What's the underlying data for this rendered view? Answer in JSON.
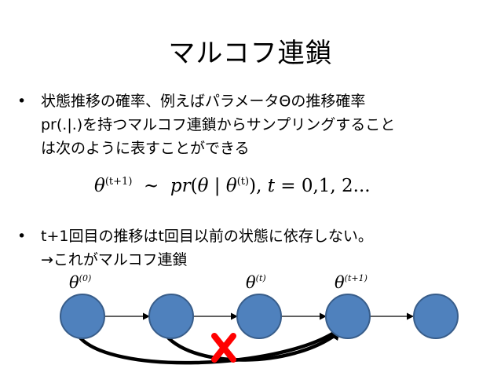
{
  "title": "マルコフ連鎖",
  "bullets": {
    "bullet_char": "•",
    "b1_line1": "状態推移の確率、例えばパラメータΘの推移確率",
    "b1_line2": "pr(.|.)を持つマルコフ連鎖からサンプリングすること",
    "b1_line3": "は次のように表すことができる",
    "b2_line1": "t+1回目の推移はt回目以前の状態に依存しない。",
    "b2_line2": "→これがマルコフ連鎖"
  },
  "formula": {
    "theta": "θ",
    "sup_next": "(t+1)",
    "tilde": "~",
    "pr": "pr",
    "open": "(",
    "bar": "|",
    "sup_t": "(t)",
    "close": "),",
    "t": "t",
    "range": "= 0,1, 2..."
  },
  "node_labels": {
    "n0_theta": "θ",
    "n0_sup": "(0)",
    "nt_theta": "θ",
    "nt_sup": "(t)",
    "nt1_theta": "θ",
    "nt1_sup": "(t+1)"
  },
  "colors": {
    "node_fill": "#4f81bd",
    "node_stroke": "#385d8a",
    "cross": "#ff0000"
  },
  "icons": {
    "cross": "cross-mark-icon"
  }
}
